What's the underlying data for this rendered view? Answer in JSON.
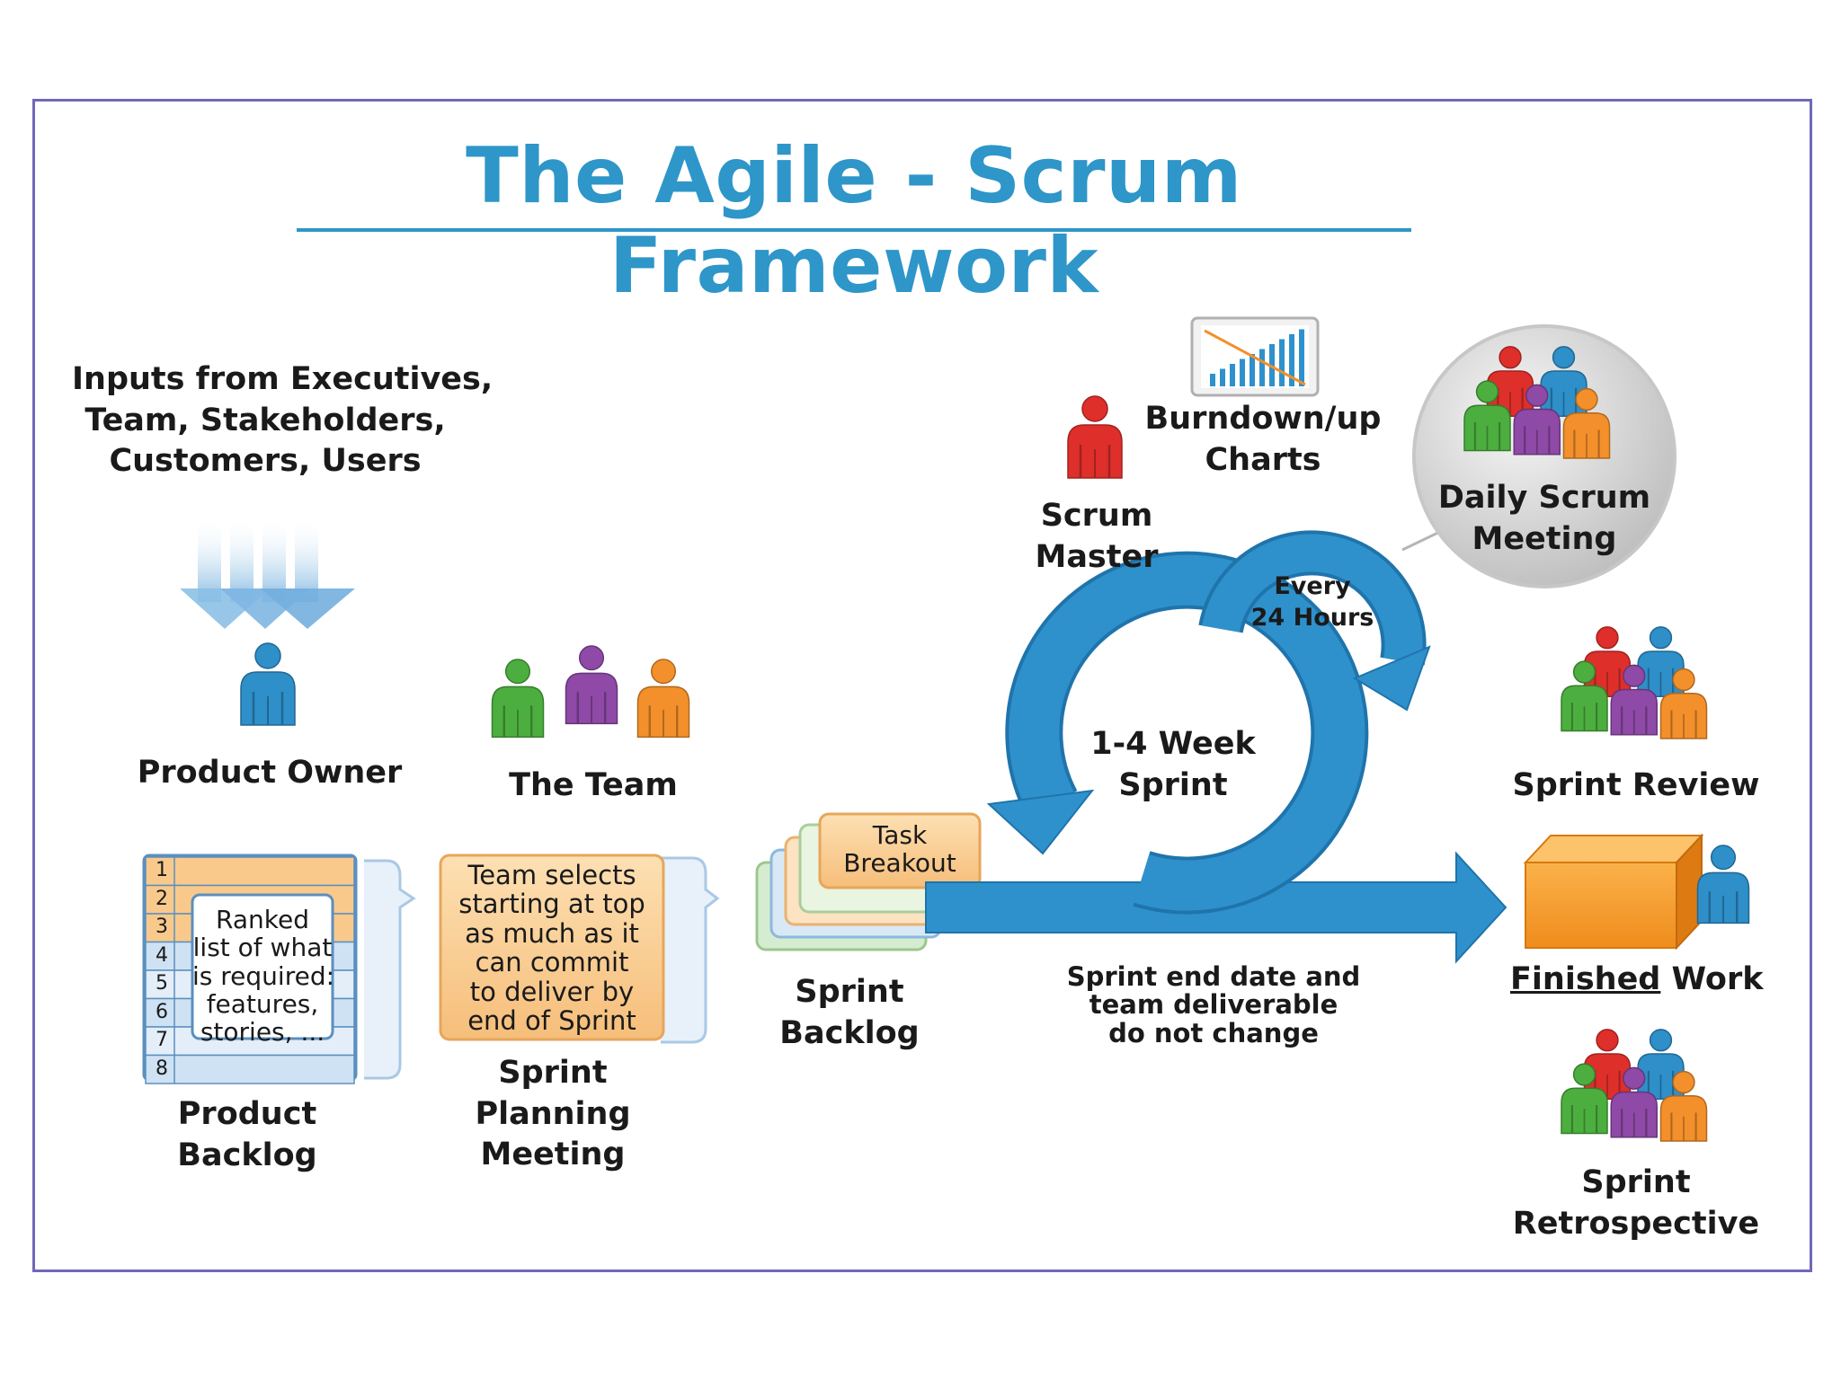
{
  "title": "The Agile - Scrum Framework",
  "inputs": {
    "lines": [
      "Inputs from Executives,",
      "Team, Stakeholders,",
      "Customers, Users"
    ]
  },
  "product_owner": {
    "label": "Product Owner"
  },
  "the_team": {
    "label": "The Team"
  },
  "product_backlog": {
    "rows": [
      "1",
      "2",
      "3",
      "4",
      "5",
      "6",
      "7",
      "8"
    ],
    "note_lines": [
      "Ranked",
      "list of what",
      "is required:",
      "features,",
      "stories, ..."
    ],
    "label_lines": [
      "Product",
      "Backlog"
    ]
  },
  "sprint_planning": {
    "note_lines": [
      "Team selects",
      "starting at top",
      "as much as it",
      "can commit",
      "to deliver by",
      "end of Sprint"
    ],
    "label_lines": [
      "Sprint",
      "Planning",
      "Meeting"
    ]
  },
  "sprint_backlog": {
    "card_lines": [
      "Task",
      "Breakout"
    ],
    "label_lines": [
      "Sprint",
      "Backlog"
    ]
  },
  "sprint_cycle": {
    "lines": [
      "1-4 Week",
      "Sprint"
    ]
  },
  "daily_cycle": {
    "lines": [
      "Every",
      "24 Hours"
    ]
  },
  "scrum_master": {
    "lines": [
      "Scrum",
      "Master"
    ]
  },
  "burndown": {
    "lines": [
      "Burndown/up",
      "Charts"
    ]
  },
  "daily_scrum": {
    "lines": [
      "Daily Scrum",
      "Meeting"
    ]
  },
  "sprint_review": {
    "label": "Sprint Review"
  },
  "finished_work": {
    "underlined": "Finished",
    "rest": " Work"
  },
  "sprint_retro": {
    "lines": [
      "Sprint",
      "Retrospective"
    ]
  },
  "sprint_rule": {
    "lines": [
      "Sprint end date and",
      "team deliverable",
      "do not change"
    ]
  },
  "colors": {
    "accent": "#2e96c8",
    "person_blue": "#2e8fc9",
    "person_green": "#4cae3e",
    "person_purple": "#8e4aa6",
    "person_orange": "#f3902b",
    "person_red": "#de2f2b",
    "note_orange": "#f9c98b",
    "frame": "#6f68b8"
  }
}
